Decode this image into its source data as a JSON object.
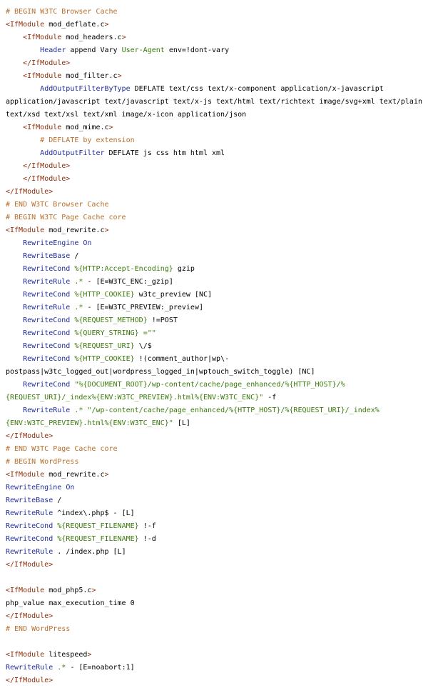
{
  "colors": {
    "comment": "#b86e2a",
    "tag": "#8a2d0a",
    "directive": "#1f2b9c",
    "variable": "#3a7a0a",
    "plain": "#000000",
    "background": "#ffffff"
  },
  "lines": [
    [
      [
        "c",
        "# BEGIN W3TC Browser Cache"
      ]
    ],
    [
      [
        "t",
        "<IfModule"
      ],
      [
        "p",
        " mod_deflate.c"
      ],
      [
        "t",
        ">"
      ]
    ],
    [
      [
        "p",
        "    "
      ],
      [
        "t",
        "<IfModule"
      ],
      [
        "p",
        " mod_headers.c"
      ],
      [
        "t",
        ">"
      ]
    ],
    [
      [
        "p",
        "        "
      ],
      [
        "d",
        "Header"
      ],
      [
        "p",
        " append Vary "
      ],
      [
        "v",
        "User-Agent"
      ],
      [
        "p",
        " env=!dont-vary"
      ]
    ],
    [
      [
        "p",
        "    "
      ],
      [
        "t",
        "</IfModule>"
      ]
    ],
    [
      [
        "p",
        "    "
      ],
      [
        "t",
        "<IfModule"
      ],
      [
        "p",
        " mod_filter.c"
      ],
      [
        "t",
        ">"
      ]
    ],
    [
      [
        "p",
        "        "
      ],
      [
        "d",
        "AddOutputFilterByType"
      ],
      [
        "p",
        " DEFLATE text/css text/x-component application/x-javascript"
      ]
    ],
    [
      [
        "p",
        "application/javascript text/javascript text/x-js text/html text/richtext image/svg+xml text/plain"
      ]
    ],
    [
      [
        "p",
        "text/xsd text/xsl text/xml image/x-icon application/json"
      ]
    ],
    [
      [
        "p",
        "    "
      ],
      [
        "t",
        "<IfModule"
      ],
      [
        "p",
        " mod_mime.c"
      ],
      [
        "t",
        ">"
      ]
    ],
    [
      [
        "p",
        "        "
      ],
      [
        "c",
        "# DEFLATE by extension"
      ]
    ],
    [
      [
        "p",
        "        "
      ],
      [
        "d",
        "AddOutputFilter"
      ],
      [
        "p",
        " DEFLATE js css htm html xml"
      ]
    ],
    [
      [
        "p",
        "    "
      ],
      [
        "t",
        "</IfModule>"
      ]
    ],
    [
      [
        "p",
        "    "
      ],
      [
        "t",
        "</IfModule>"
      ]
    ],
    [
      [
        "t",
        "</IfModule>"
      ]
    ],
    [
      [
        "c",
        "# END W3TC Browser Cache"
      ]
    ],
    [
      [
        "c",
        "# BEGIN W3TC Page Cache core"
      ]
    ],
    [
      [
        "t",
        "<IfModule"
      ],
      [
        "p",
        " mod_rewrite.c"
      ],
      [
        "t",
        ">"
      ]
    ],
    [
      [
        "p",
        "    "
      ],
      [
        "d",
        "RewriteEngine"
      ],
      [
        "p",
        " "
      ],
      [
        "d",
        "On"
      ]
    ],
    [
      [
        "p",
        "    "
      ],
      [
        "d",
        "RewriteBase"
      ],
      [
        "p",
        " /"
      ]
    ],
    [
      [
        "p",
        "    "
      ],
      [
        "d",
        "RewriteCond"
      ],
      [
        "p",
        " "
      ],
      [
        "v",
        "%{HTTP:Accept-Encoding}"
      ],
      [
        "p",
        " gzip"
      ]
    ],
    [
      [
        "p",
        "    "
      ],
      [
        "d",
        "RewriteRule"
      ],
      [
        "p",
        " "
      ],
      [
        "v",
        ".*"
      ],
      [
        "p",
        " - [E=W3TC_ENC:_gzip]"
      ]
    ],
    [
      [
        "p",
        "    "
      ],
      [
        "d",
        "RewriteCond"
      ],
      [
        "p",
        " "
      ],
      [
        "v",
        "%{HTTP_COOKIE}"
      ],
      [
        "p",
        " w3tc_preview [NC]"
      ]
    ],
    [
      [
        "p",
        "    "
      ],
      [
        "d",
        "RewriteRule"
      ],
      [
        "p",
        " "
      ],
      [
        "v",
        ".*"
      ],
      [
        "p",
        " - [E=W3TC_PREVIEW:_preview]"
      ]
    ],
    [
      [
        "p",
        "    "
      ],
      [
        "d",
        "RewriteCond"
      ],
      [
        "p",
        " "
      ],
      [
        "v",
        "%{REQUEST_METHOD}"
      ],
      [
        "p",
        " !=POST"
      ]
    ],
    [
      [
        "p",
        "    "
      ],
      [
        "d",
        "RewriteCond"
      ],
      [
        "p",
        " "
      ],
      [
        "v",
        "%{QUERY_STRING}"
      ],
      [
        "p",
        " "
      ],
      [
        "v",
        "=\"\""
      ]
    ],
    [
      [
        "p",
        "    "
      ],
      [
        "d",
        "RewriteCond"
      ],
      [
        "p",
        " "
      ],
      [
        "v",
        "%{REQUEST_URI}"
      ],
      [
        "p",
        " \\/$"
      ]
    ],
    [
      [
        "p",
        "    "
      ],
      [
        "d",
        "RewriteCond"
      ],
      [
        "p",
        " "
      ],
      [
        "v",
        "%{HTTP_COOKIE}"
      ],
      [
        "p",
        " !(comment_author|wp\\-"
      ]
    ],
    [
      [
        "p",
        "postpass|w3tc_logged_out|wordpress_logged_in|wptouch_switch_toggle) [NC]"
      ]
    ],
    [
      [
        "p",
        "    "
      ],
      [
        "d",
        "RewriteCond"
      ],
      [
        "p",
        " "
      ],
      [
        "v",
        "\"%{DOCUMENT_ROOT}/wp-content/cache/page_enhanced/%{HTTP_HOST}/%"
      ]
    ],
    [
      [
        "v",
        "{REQUEST_URI}/_index%{ENV:W3TC_PREVIEW}.html%{ENV:W3TC_ENC}\""
      ],
      [
        "p",
        " -f"
      ]
    ],
    [
      [
        "p",
        "    "
      ],
      [
        "d",
        "RewriteRule"
      ],
      [
        "p",
        " "
      ],
      [
        "v",
        ".*"
      ],
      [
        "p",
        " "
      ],
      [
        "v",
        "\"/wp-content/cache/page_enhanced/%{HTTP_HOST}/%{REQUEST_URI}/_index%"
      ]
    ],
    [
      [
        "v",
        "{ENV:W3TC_PREVIEW}.html%{ENV:W3TC_ENC}\""
      ],
      [
        "p",
        " [L]"
      ]
    ],
    [
      [
        "t",
        "</IfModule>"
      ]
    ],
    [
      [
        "c",
        "# END W3TC Page Cache core"
      ]
    ],
    [
      [
        "c",
        "# BEGIN WordPress"
      ]
    ],
    [
      [
        "t",
        "<IfModule"
      ],
      [
        "p",
        " mod_rewrite.c"
      ],
      [
        "t",
        ">"
      ]
    ],
    [
      [
        "d",
        "RewriteEngine"
      ],
      [
        "p",
        " "
      ],
      [
        "d",
        "On"
      ]
    ],
    [
      [
        "d",
        "RewriteBase"
      ],
      [
        "p",
        " /"
      ]
    ],
    [
      [
        "d",
        "RewriteRule"
      ],
      [
        "p",
        " ^index\\.php$ - [L]"
      ]
    ],
    [
      [
        "d",
        "RewriteCond"
      ],
      [
        "p",
        " "
      ],
      [
        "v",
        "%{REQUEST_FILENAME}"
      ],
      [
        "p",
        " !-f"
      ]
    ],
    [
      [
        "d",
        "RewriteCond"
      ],
      [
        "p",
        " "
      ],
      [
        "v",
        "%{REQUEST_FILENAME}"
      ],
      [
        "p",
        " !-d"
      ]
    ],
    [
      [
        "d",
        "RewriteRule"
      ],
      [
        "p",
        " . /index.php [L]"
      ]
    ],
    [
      [
        "t",
        "</IfModule>"
      ]
    ],
    [
      [
        "p",
        " "
      ]
    ],
    [
      [
        "t",
        "<IfModule"
      ],
      [
        "p",
        " mod_php5.c"
      ],
      [
        "t",
        ">"
      ]
    ],
    [
      [
        "p",
        "php_value max_execution_time 0"
      ]
    ],
    [
      [
        "t",
        "</IfModule>"
      ]
    ],
    [
      [
        "c",
        "# END WordPress"
      ]
    ],
    [
      [
        "p",
        " "
      ]
    ],
    [
      [
        "t",
        "<IfModule"
      ],
      [
        "p",
        " litespeed"
      ],
      [
        "t",
        ">"
      ]
    ],
    [
      [
        "d",
        "RewriteRule"
      ],
      [
        "p",
        " "
      ],
      [
        "v",
        ".*"
      ],
      [
        "p",
        " - [E=noabort:1]"
      ]
    ],
    [
      [
        "t",
        "</IfModule>"
      ]
    ]
  ]
}
